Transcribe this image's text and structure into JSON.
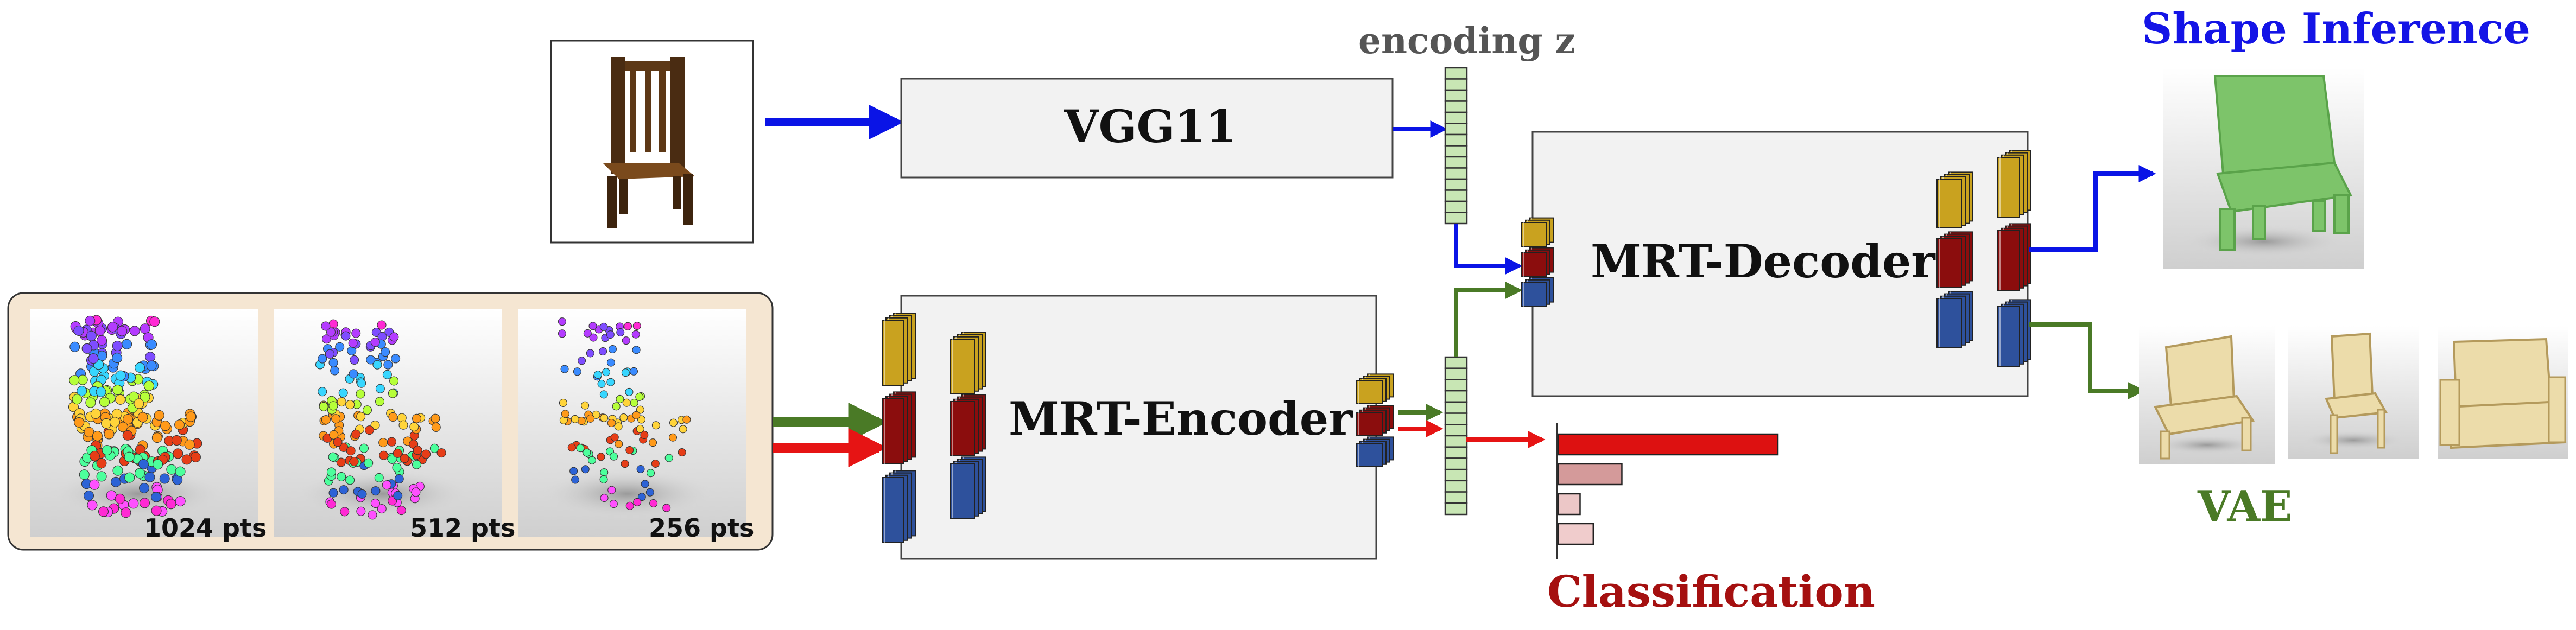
{
  "labels": {
    "encoding": "encoding z",
    "vgg": "VGG11",
    "encoder": "MRT-Encoder",
    "decoder": "MRT-Decoder",
    "shape_inference": "Shape Inference",
    "vae": "VAE",
    "classification": "Classification"
  },
  "point_clouds": [
    {
      "label": "1024 pts"
    },
    {
      "label": "512 pts"
    },
    {
      "label": "256 pts"
    }
  ],
  "classification_bars": [
    1.0,
    0.29,
    0.1,
    0.16
  ],
  "colors": {
    "image_path": "#0a14e6",
    "vae_path": "#4a7a26",
    "class_path": "#e61414",
    "box_fill": "#f2f2f2",
    "box_stroke": "#444444",
    "feature_gold": "#c9a21f",
    "feature_red": "#8b0d0d",
    "feature_blue": "#2e519c",
    "code_cell": "#c8e6b4",
    "panel_fill": "#f5e6d2",
    "shape_inference_text": "#1414e6",
    "vae_text": "#4a7a26",
    "classification_text": "#a51010",
    "encoding_text": "#555555"
  },
  "icons": {
    "chair_photo": "chair-photo-icon",
    "pointcloud": "pointcloud-chair-icon",
    "green_chair": "green-chair-icon",
    "vae_chair": "beige-chair-icon"
  }
}
